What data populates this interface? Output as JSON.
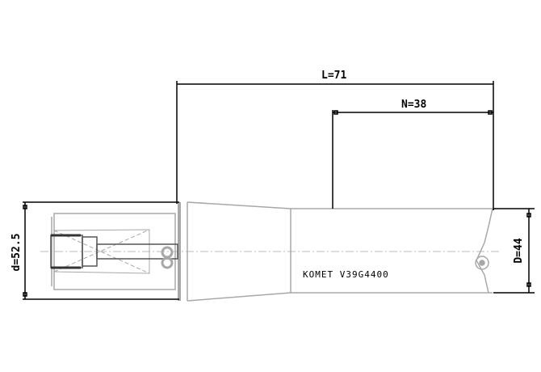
{
  "drawing": {
    "dimensions": {
      "overall_length": "L=71",
      "usable_length": "N=38",
      "shank_diameter": "d=52.5",
      "cutting_diameter": "D=44"
    },
    "marking": "KOMET V39G4400",
    "colors": {
      "dimension_lines": "#000000",
      "body_outline": "#a8a8a8",
      "detail_lines": "#555555"
    }
  }
}
